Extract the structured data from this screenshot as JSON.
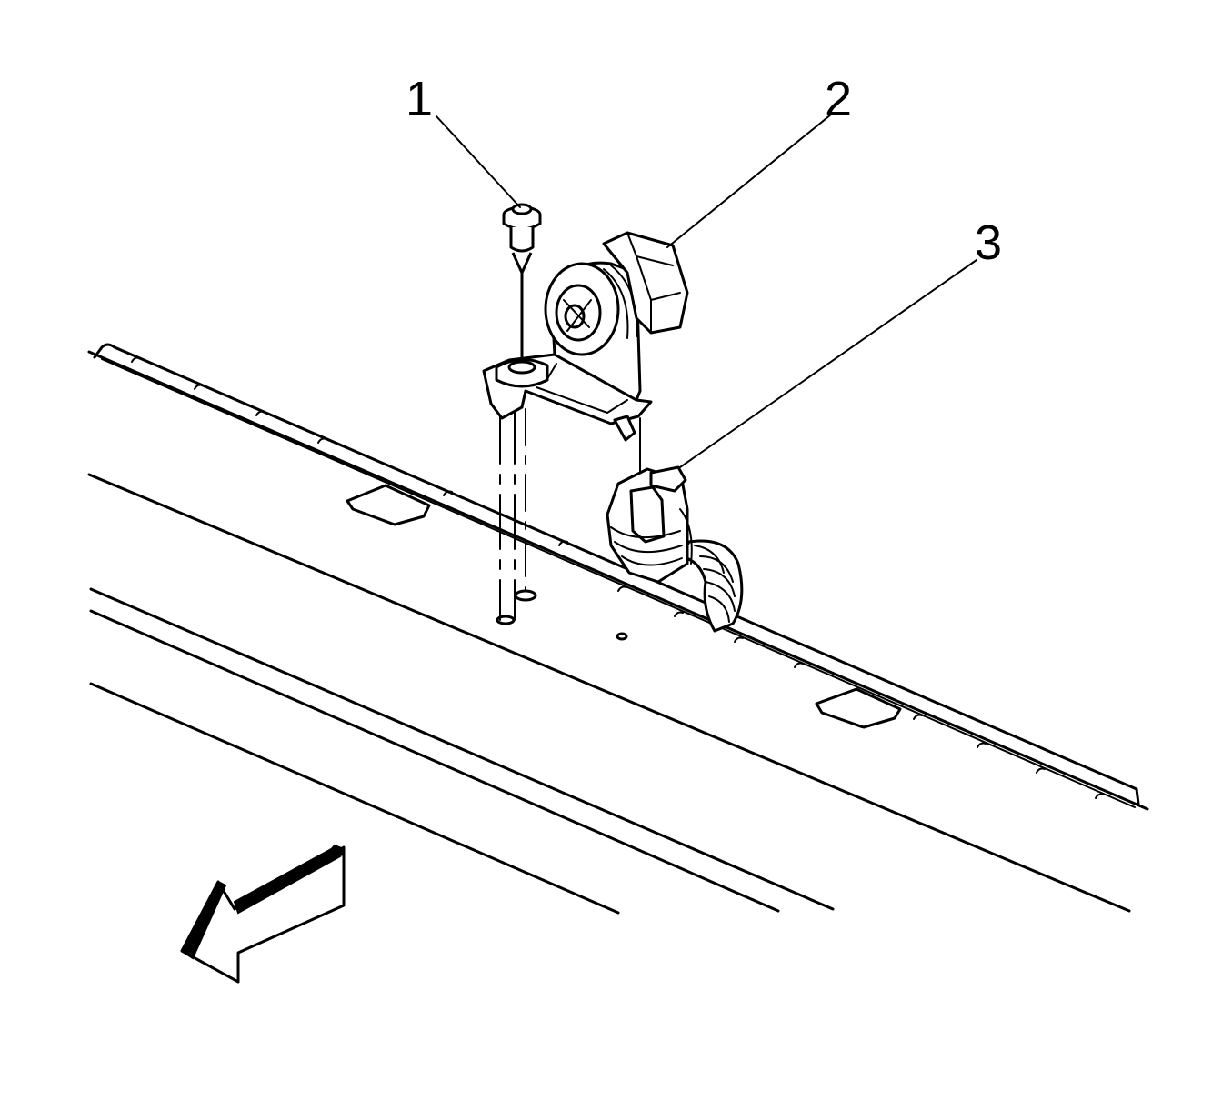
{
  "callouts": {
    "c1": "1",
    "c2": "2",
    "c3": "3"
  },
  "colors": {
    "line": "#000000",
    "background": "#ffffff"
  },
  "icons": {
    "arrow": "front-direction-arrow-icon"
  }
}
